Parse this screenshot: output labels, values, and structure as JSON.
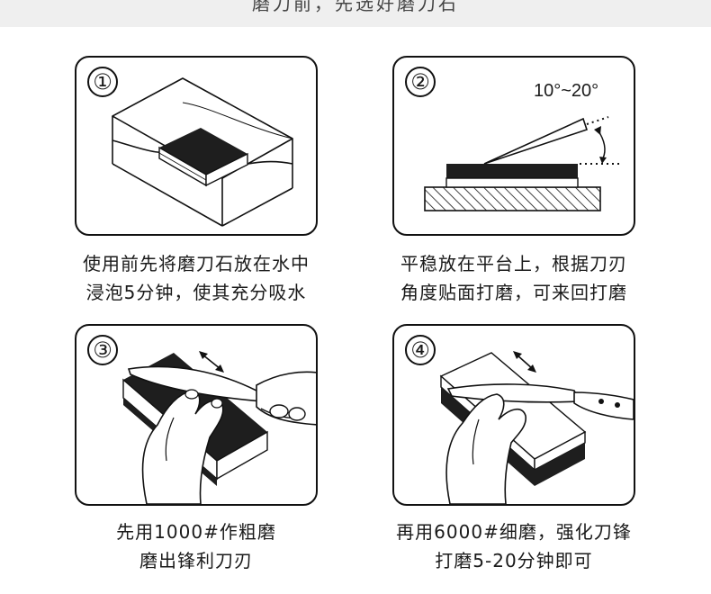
{
  "header": {
    "title": "磨刀前，先选好磨刀石"
  },
  "steps": [
    {
      "number": "①",
      "line1": "使用前先将磨刀石放在水中",
      "line2": "浸泡5分钟，使其充分吸水"
    },
    {
      "number": "②",
      "angle_label": "10°~20°",
      "line1": "平稳放在平台上，根据刀刃",
      "line2": "角度贴面打磨，可来回打磨"
    },
    {
      "number": "③",
      "line1": "先用1000#作粗磨",
      "line2": "磨出锋利刀刃"
    },
    {
      "number": "④",
      "line1": "再用6000#细磨，强化刀锋",
      "line2": "打磨5-20分钟即可"
    }
  ],
  "colors": {
    "stone_dark": "#1e1e1e",
    "stone_light": "#f4f4f4",
    "line": "#111111",
    "header_bg": "#efefef"
  },
  "icons": [
    "water-tank-icon",
    "angle-icon",
    "coarse-grinding-icon",
    "fine-grinding-icon"
  ]
}
